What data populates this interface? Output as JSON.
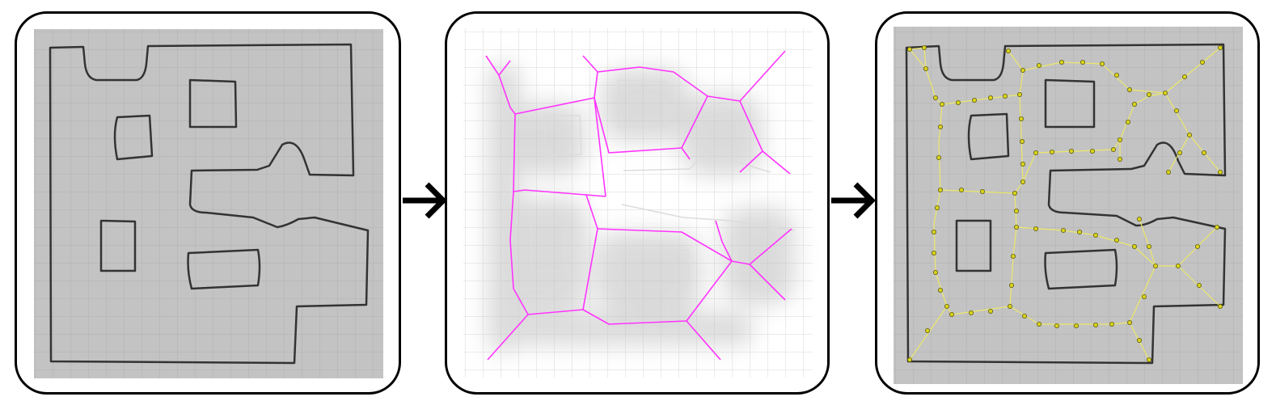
{
  "figure": {
    "panels": [
      {
        "name": "occupancy-grid-map",
        "background": "#c3c3c3",
        "wall_color": "#333333"
      },
      {
        "name": "distance-field-voronoi",
        "background": "#ffffff",
        "voronoi_color": "#ff33ff"
      },
      {
        "name": "topological-graph",
        "background": "#c3c3c3",
        "edge_color": "#e8e34a",
        "node_color": "#dcd41a"
      }
    ],
    "arrows": [
      "right-arrow-icon",
      "right-arrow-icon"
    ]
  }
}
